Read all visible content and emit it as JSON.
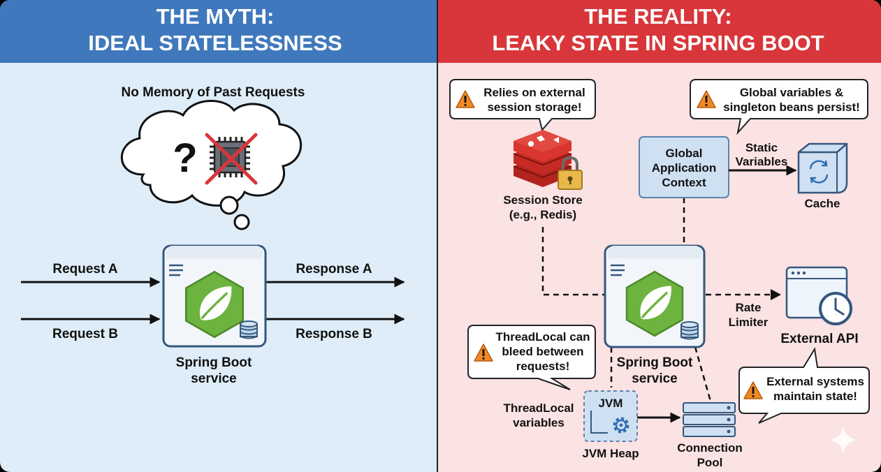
{
  "left": {
    "title_line1": "THE MYTH:",
    "title_line2": "IDEAL STATELESSNESS",
    "cloud_caption": "No Memory of Past Requests",
    "cloud_symbol": "?",
    "request_a": "Request A",
    "request_b": "Request B",
    "response_a": "Response A",
    "response_b": "Response B",
    "service_line1": "Spring Boot",
    "service_line2": "service"
  },
  "right": {
    "title_line1": "THE REALITY:",
    "title_line2": "LEAKY STATE IN SPRING BOOT",
    "callout_session_line1": "Relies on external",
    "callout_session_line2": "session storage!",
    "callout_global_line1": "Global variables &",
    "callout_global_line2": "singleton beans persist!",
    "session_store_line1": "Session Store",
    "session_store_line2": "(e.g., Redis)",
    "context_line1": "Global",
    "context_line2": "Application",
    "context_line3": "Context",
    "static_vars_line1": "Static",
    "static_vars_line2": "Variables",
    "cache": "Cache",
    "rate_limiter_line1": "Rate",
    "rate_limiter_line2": "Limiter",
    "external_api": "External API",
    "callout_threadlocal_line1": "ThreadLocal can",
    "callout_threadlocal_line2": "bleed between",
    "callout_threadlocal_line3": "requests!",
    "service_line1": "Spring Boot",
    "service_line2": "service",
    "threadlocal_line1": "ThreadLocal",
    "threadlocal_line2": "variables",
    "jvm": "JVM",
    "jvm_heap": "JVM Heap",
    "pool_line1": "Connection",
    "pool_line2": "Pool",
    "callout_external_line1": "External systems",
    "callout_external_line2": "maintain state!"
  },
  "colors": {
    "myth_header": "#3f78bd",
    "myth_bg": "#deedf8",
    "reality_header": "#d8363a",
    "reality_bg": "#fbe2e3",
    "spring_green": "#6db33f",
    "warning_orange": "#f08a24",
    "box_blue": "#cfe0f3"
  },
  "icons": [
    "question-mark-icon",
    "crossed-chip-icon",
    "spring-leaf-icon",
    "database-icon",
    "redis-icon",
    "padlock-icon",
    "cache-box-icon",
    "browser-window-icon",
    "clock-icon",
    "gear-icon",
    "server-rack-icon",
    "warning-icon",
    "sparkle-icon"
  ]
}
